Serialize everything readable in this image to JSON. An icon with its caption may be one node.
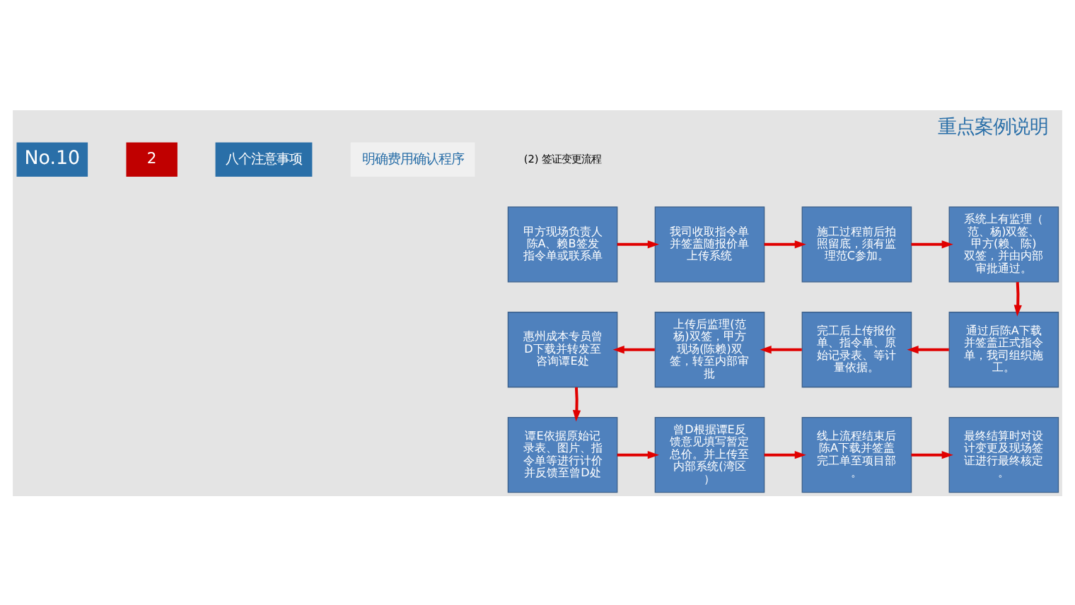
{
  "diagram": {
    "title": "重点案例说明",
    "nodes": [
      {
        "text": [
          "甲方现场负责人陈A、赖B签发指令单或联系单"
        ]
      },
      {
        "text": [
          "我司收取指令单并签盖随报价单上传系统"
        ]
      },
      {
        "text": [
          "施工过程前后拍照留底，须有监理范C参加。"
        ]
      },
      {
        "text": [
          "系统上有监理（范、杨)双签、甲方(赖、陈)双签，并由内部审批通过。"
        ]
      },
      {
        "text": [
          "通过后陈A下载并签盖正式指令单，我司组织施工。"
        ]
      },
      {
        "text": [
          "完工后上传报价单、指令单、原始记录表、等计量依据。"
        ]
      },
      {
        "text": [
          "上传后监理(范杨)双签，甲方现场(陈赖)双签，转至内部审批"
        ]
      },
      {
        "text": [
          "惠州成本专员曾D下载并转发至咨询谭E处"
        ]
      },
      {
        "text": [
          "谭E依据原始记录表、图片、指令单等进行计价并反馈至曾D处"
        ]
      },
      {
        "text": [
          "曾D根据谭E反馈意见填写暂定总价。并上传至内部系统(湾区）"
        ]
      },
      {
        "text": [
          "线上流程结束后陈A下载并签盖完工单至项目部。"
        ]
      },
      {
        "text": [
          "最终结算时对设计变更及现场签证进行最终核定。"
        ]
      }
    ],
    "edges": [
      {
        "from": 0,
        "to": 1,
        "arrow": "to"
      },
      {
        "from": 1,
        "to": 2,
        "arrow": "to"
      },
      {
        "from": 2,
        "to": 3,
        "arrow": "to"
      },
      {
        "from": 3,
        "to": 4,
        "arrow": "to"
      },
      {
        "from": 4,
        "to": 5,
        "arrow": "to"
      },
      {
        "from": 5,
        "to": 6,
        "arrow": "to"
      },
      {
        "from": 6,
        "to": 7,
        "arrow": "to"
      },
      {
        "from": 7,
        "to": 8,
        "arrow": "to"
      },
      {
        "from": 8,
        "to": 9,
        "arrow": "to"
      },
      {
        "from": 9,
        "to": 10,
        "arrow": "to"
      },
      {
        "from": 10,
        "to": 11,
        "arrow": "to"
      }
    ],
    "labels": [
      "No.10",
      "2",
      "八个注意事项",
      "明确费用确认程序",
      "(2) 签证变更流程"
    ]
  }
}
